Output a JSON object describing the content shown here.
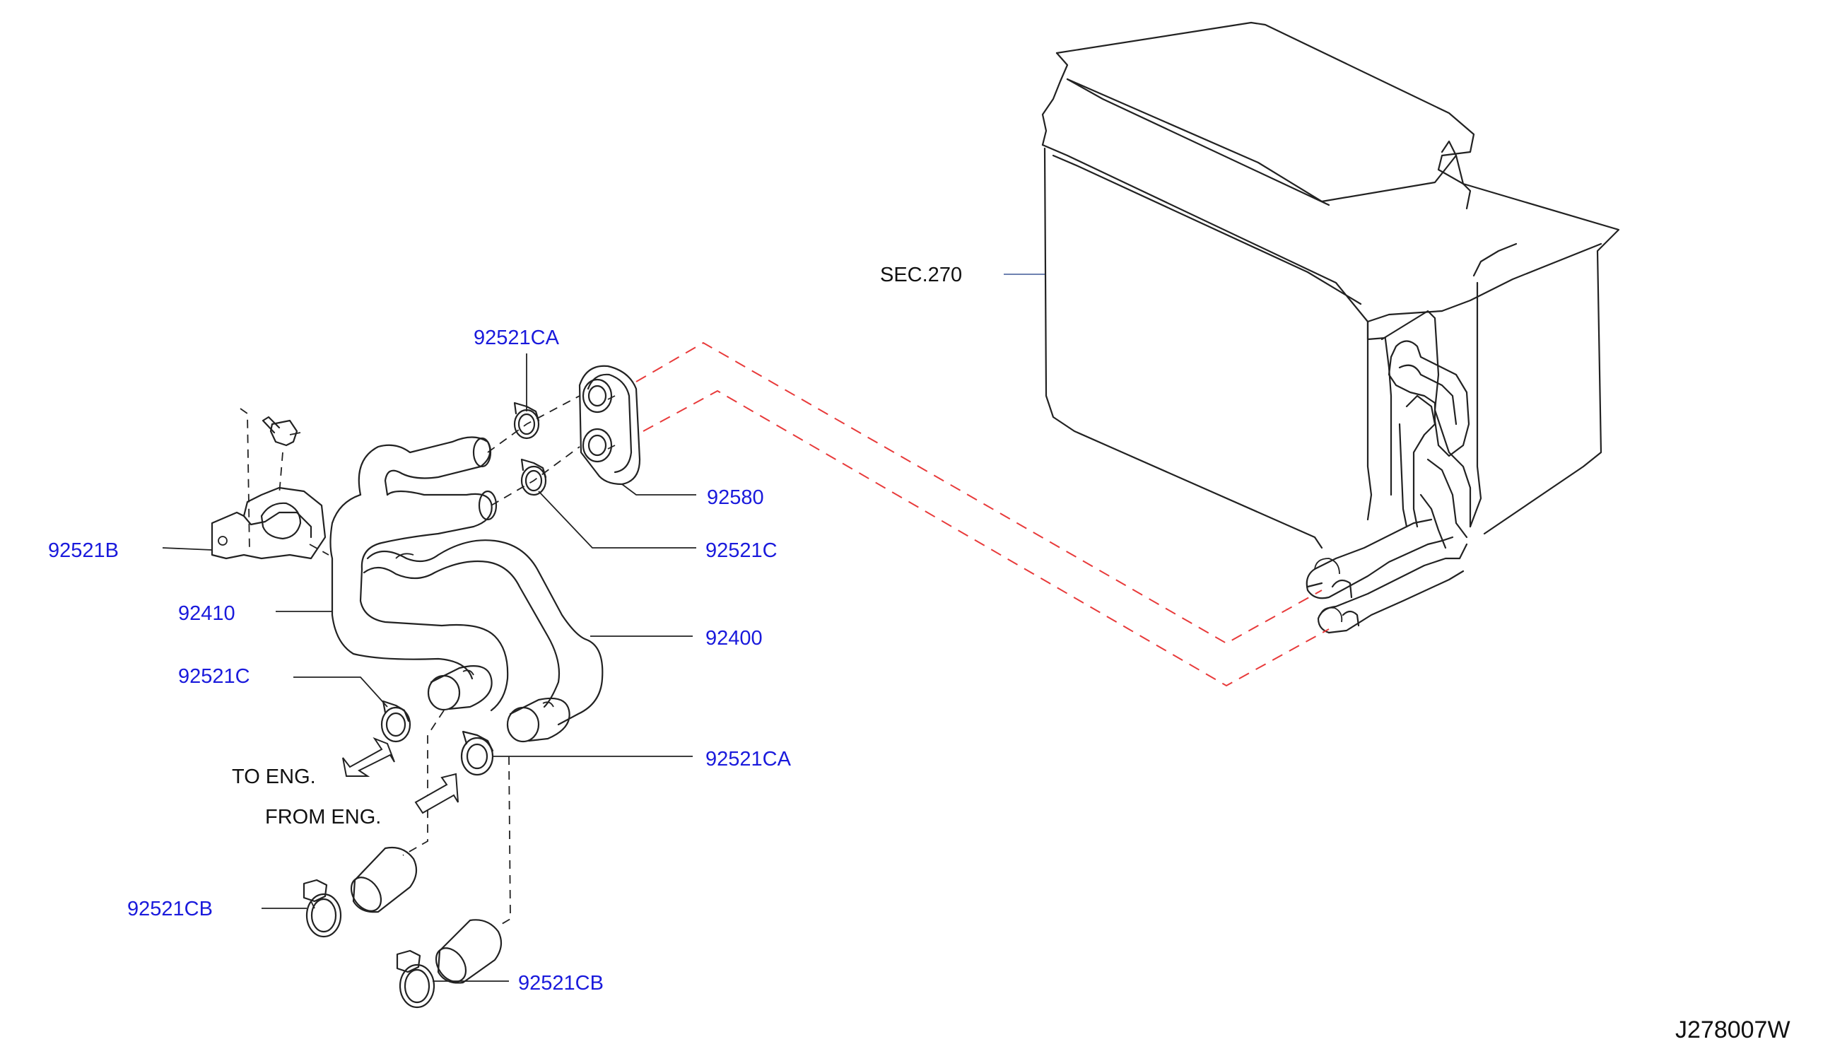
{
  "diagram": {
    "figure_code": "J278007W",
    "section_ref": "SEC.270",
    "notes": {
      "to_engine": "TO   ENG.",
      "from_engine": "FROM   ENG."
    },
    "callouts": {
      "clamp_top": "92521CA",
      "grommet": "92580",
      "clamp_upper_right": "92521C",
      "bracket": "92521B",
      "hose_inlet": "92410",
      "hose_outlet": "92400",
      "clamp_lower_left": "92521C",
      "clamp_lower_right": "92521CA",
      "clamp_cb_left": "92521CB",
      "clamp_cb_bottom": "92521CB"
    },
    "colors": {
      "part_number": "#1a1adc",
      "outline": "#222222",
      "reference_dash": "#e83a3a"
    }
  }
}
